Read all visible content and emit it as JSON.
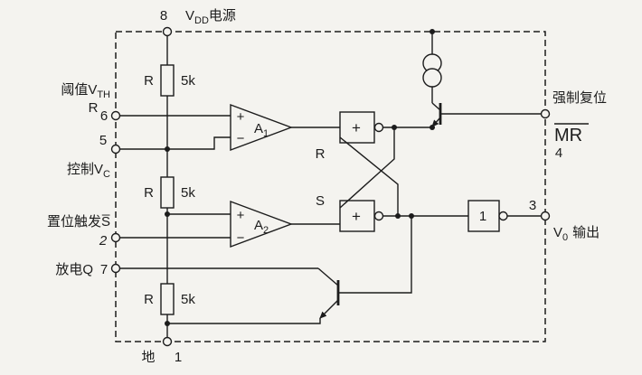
{
  "pins": {
    "vdd": {
      "number": "8",
      "label_main": "V",
      "label_sub": "DD",
      "label_rest": "电源"
    },
    "threshold": {
      "label_main": "阈值V",
      "label_sub": "TH",
      "func": "R",
      "number": "6"
    },
    "control": {
      "number": "5",
      "label_main": "控制V",
      "label_sub": "C"
    },
    "trigger": {
      "label": "置位触发S̅",
      "number": "2"
    },
    "discharge": {
      "label": "放电Q",
      "number": "7"
    },
    "ground": {
      "label": "地",
      "number": "1"
    },
    "reset": {
      "label": "强制复位",
      "symbol": "MR",
      "number": "4"
    },
    "output": {
      "number": "3",
      "label_main": "V",
      "label_sub": "0",
      "label_rest": "输出"
    }
  },
  "components": {
    "resistors": [
      {
        "label": "R",
        "value": "5k"
      },
      {
        "label": "R",
        "value": "5k"
      },
      {
        "label": "R",
        "value": "5k"
      }
    ],
    "comparators": [
      {
        "label": "A",
        "sub": "1",
        "plus": "+",
        "minus": "−"
      },
      {
        "label": "A",
        "sub": "2",
        "plus": "+",
        "minus": "−"
      }
    ],
    "latch": {
      "r_label": "R",
      "s_label": "S",
      "gates": [
        {
          "symbol": "+"
        },
        {
          "symbol": "+"
        }
      ]
    },
    "output_gate": {
      "symbol": "1"
    }
  },
  "colors": {
    "line": "#1c1c1c",
    "paper": "#f4f3ef",
    "background": "#e8e7e3"
  }
}
